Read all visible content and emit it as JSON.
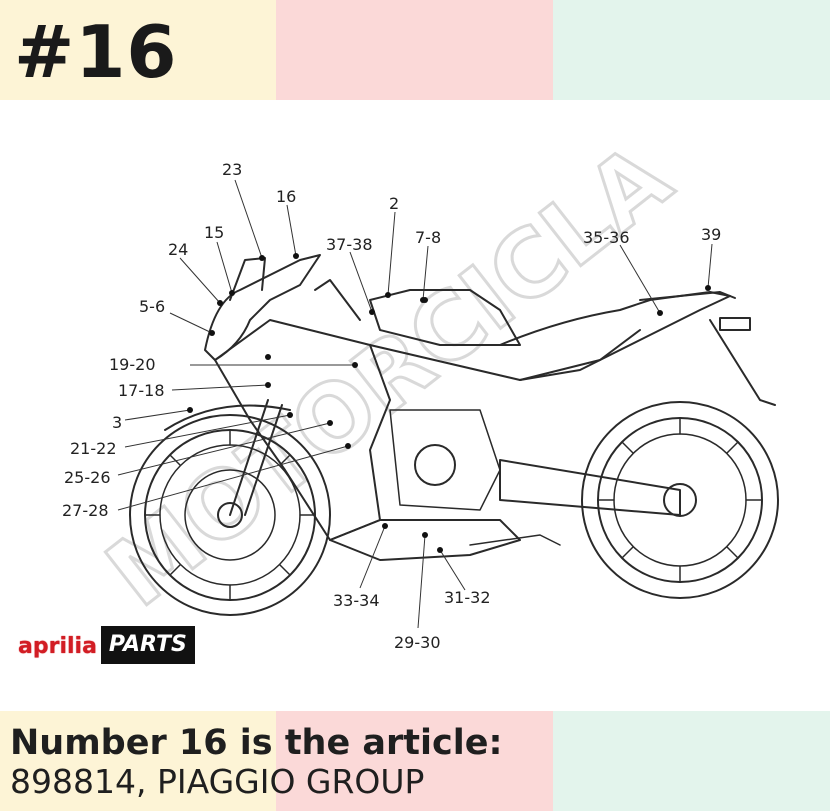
{
  "header": {
    "title": "#16"
  },
  "callouts": [
    {
      "label": "23"
    },
    {
      "label": "16"
    },
    {
      "label": "2"
    },
    {
      "label": "7-8"
    },
    {
      "label": "37-38"
    },
    {
      "label": "15"
    },
    {
      "label": "24"
    },
    {
      "label": "5-6"
    },
    {
      "label": "19-20"
    },
    {
      "label": "17-18"
    },
    {
      "label": "3"
    },
    {
      "label": "21-22"
    },
    {
      "label": "25-26"
    },
    {
      "label": "27-28"
    },
    {
      "label": "35-36"
    },
    {
      "label": "39"
    },
    {
      "label": "33-34"
    },
    {
      "label": "31-32"
    },
    {
      "label": "29-30"
    }
  ],
  "watermark": {
    "text": "MOTORCICLA"
  },
  "logo": {
    "brand": "aprilia",
    "suffix": "PARTS"
  },
  "caption": {
    "line1": "Number 16 is the article:",
    "line2": "898814, PIAGGIO GROUP"
  },
  "colors": {
    "band_yellow": "#fdf4d6",
    "band_pink": "#fbd9d8",
    "band_mint": "#e3f4ec",
    "brand_red": "#d21d24"
  }
}
